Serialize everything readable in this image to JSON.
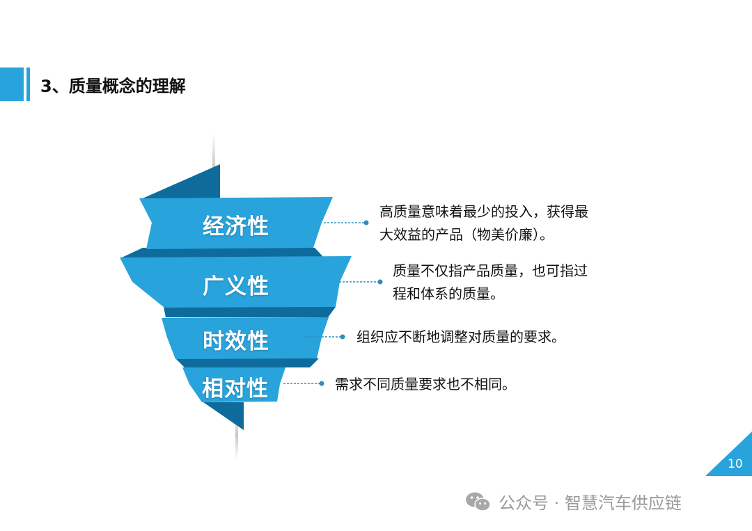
{
  "title": "3、质量概念的理解",
  "stages": [
    {
      "label": "经济性",
      "desc_lines": [
        "高质量意味着最少的投入，获得最",
        "大效益的产品（物美价廉）。"
      ]
    },
    {
      "label": "广义性",
      "desc_lines": [
        "质量不仅指产品质量，也可指过",
        "程和体系的质量。"
      ]
    },
    {
      "label": "时效性",
      "desc_lines": [
        "组织应不断地调整对质量的要求。"
      ]
    },
    {
      "label": "相对性",
      "desc_lines": [
        "需求不同质量要求也不相同。"
      ]
    }
  ],
  "page_number": "10",
  "footer": {
    "text": "公众号 · 智慧汽车供应链",
    "icon": "wechat-icon"
  },
  "colors": {
    "accent": "#29a3dc",
    "accent_dark": "#0e6b9c",
    "text": "#111111",
    "footer": "#9a9a9a"
  }
}
